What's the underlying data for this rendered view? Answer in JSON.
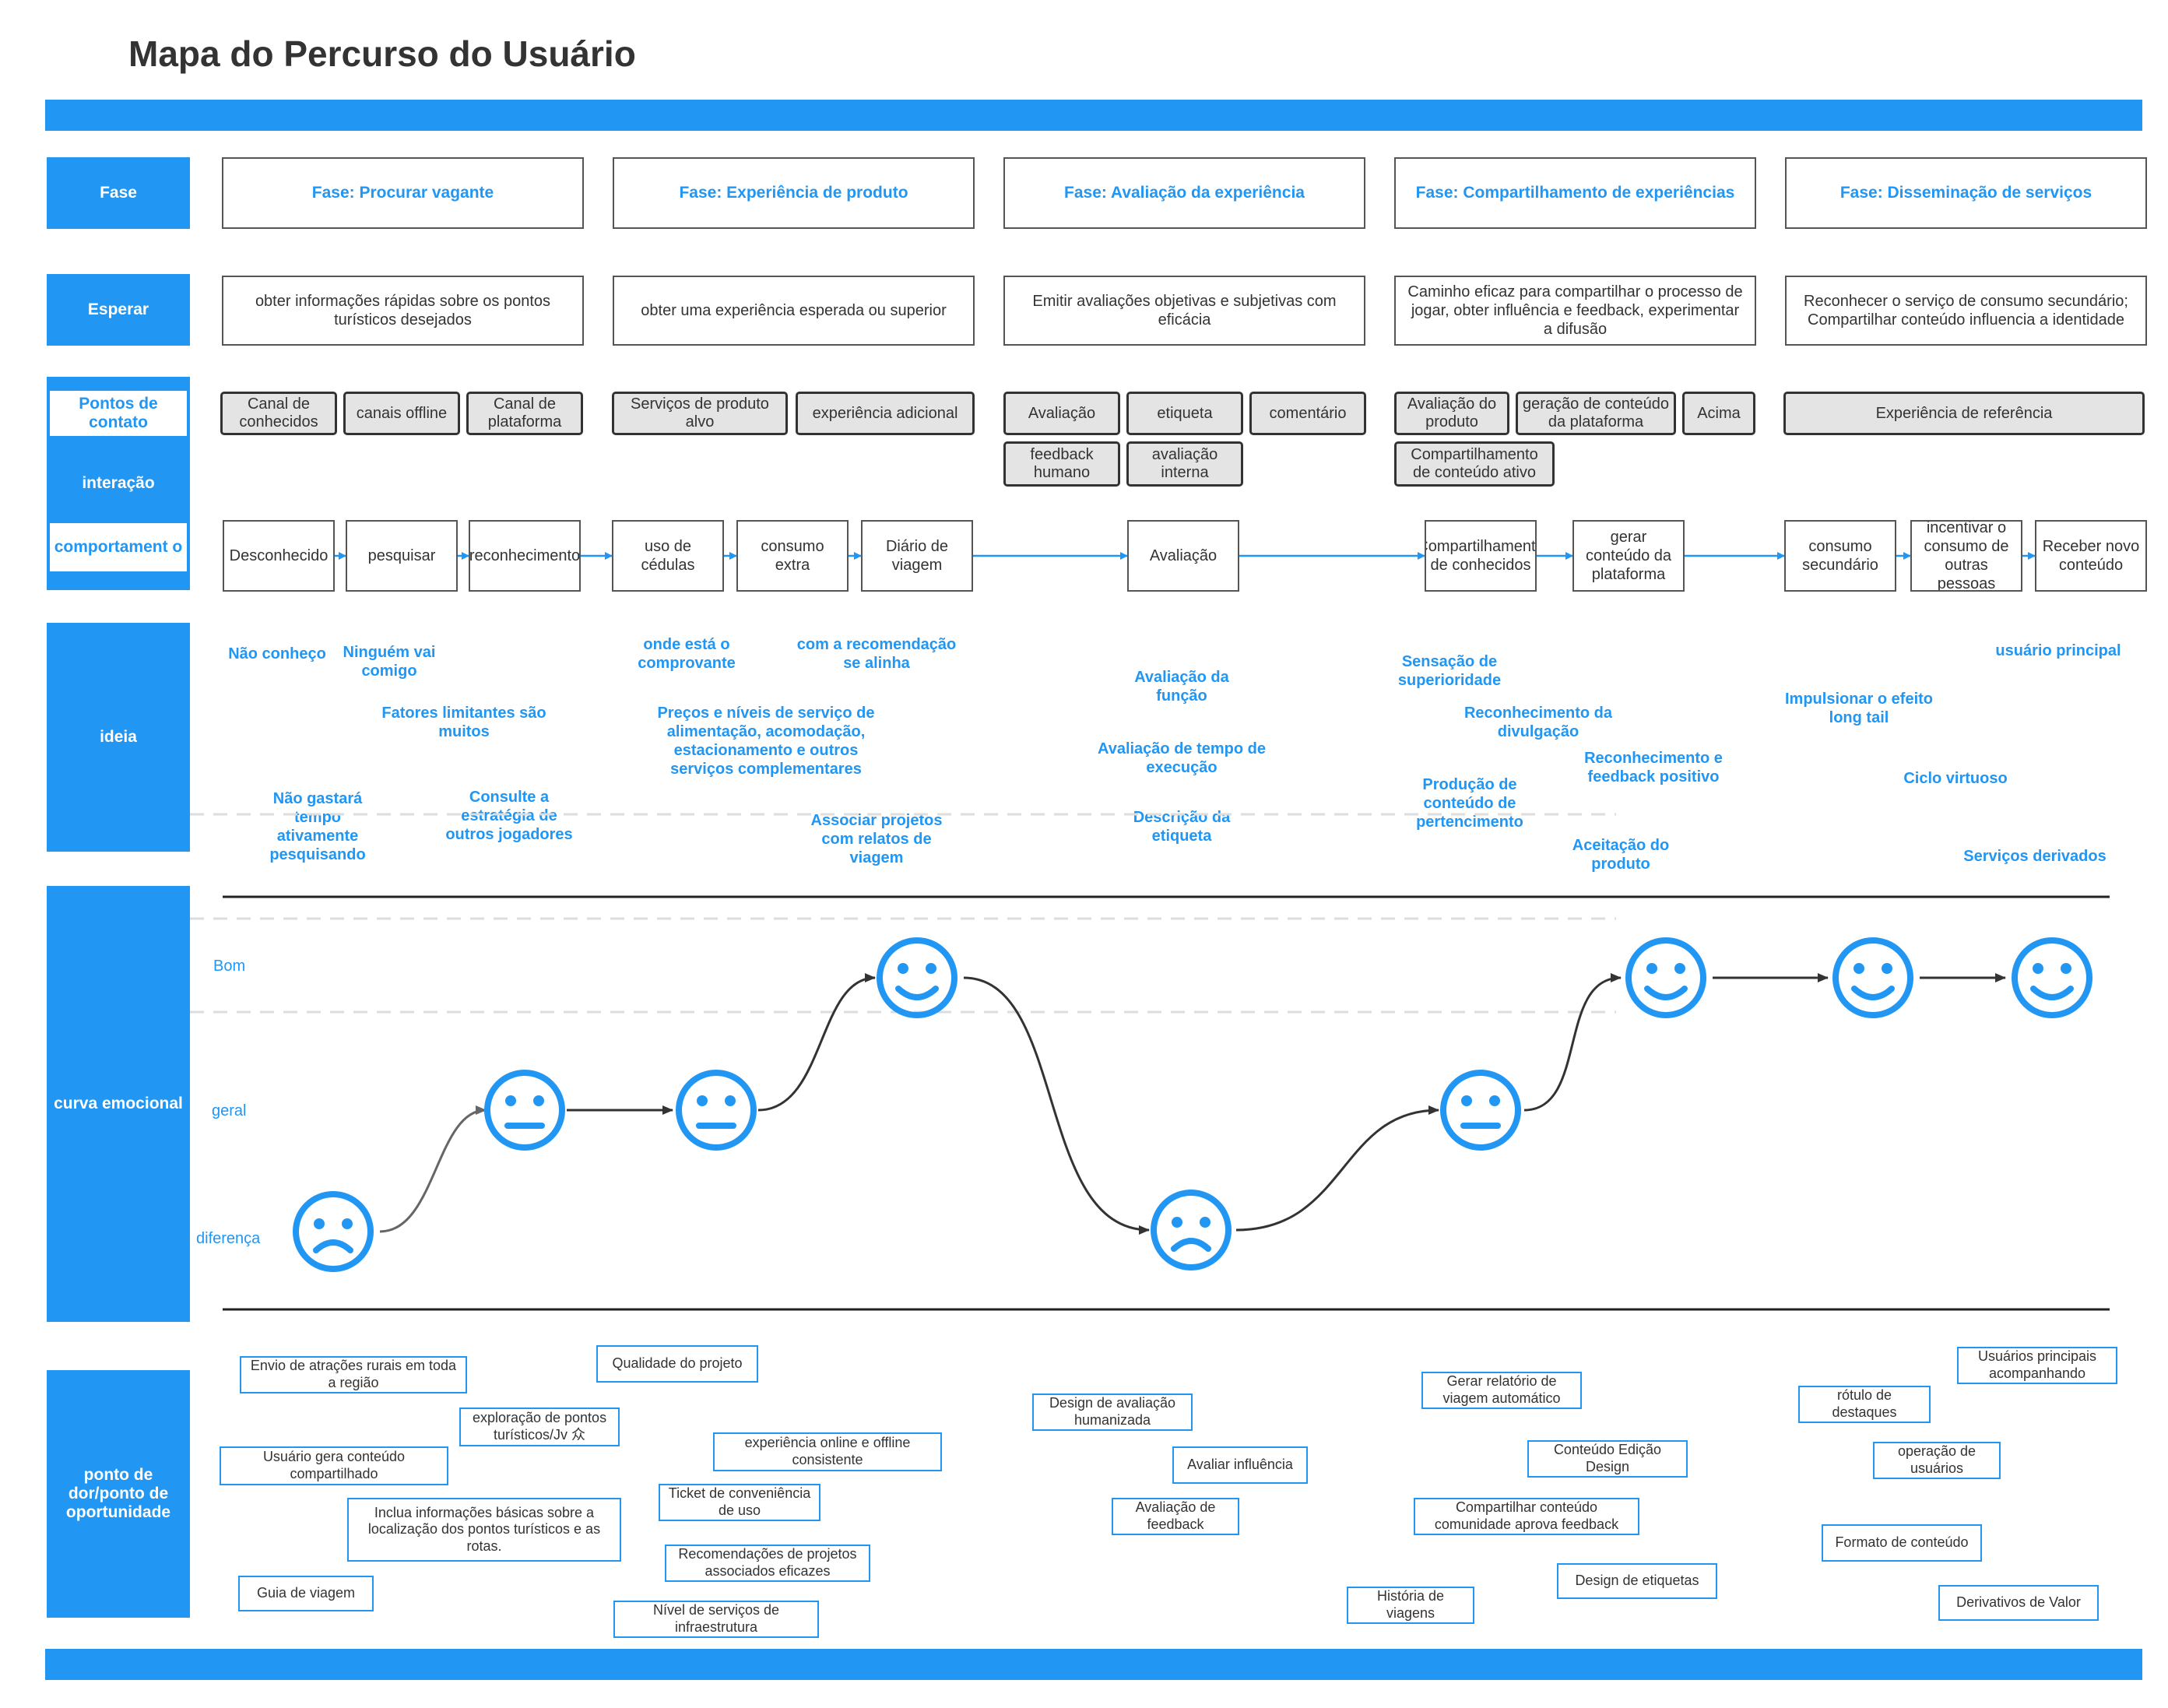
{
  "title": "Mapa do Percurso do Usuário",
  "rows": {
    "fase": "Fase",
    "esperar": "Esperar",
    "pontos": "Pontos de contato",
    "interacao": "interação",
    "comportamento": "comportament o",
    "ideia": "ideia",
    "curva": "curva emocional",
    "dor": "ponto de dor/ponto de oportunidade"
  },
  "phases": [
    "Fase: Procurar vagante",
    "Fase: Experiência de produto",
    "Fase: Avaliação da experiência",
    "Fase: Compartilhamento de experiências",
    "Fase: Disseminação de serviços"
  ],
  "expectations": [
    "obter informações rápidas sobre os pontos turísticos desejados",
    "obter uma experiência esperada ou superior",
    "Emitir avaliações objetivas e subjetivas com eficácia",
    "Caminho eficaz para compartilhar o processo de jogar, obter influência e feedback, experimentar a difusão",
    "Reconhecer o serviço de consumo secundário; Compartilhar conteúdo influencia a identidade"
  ],
  "touchpoints": [
    "Canal de conhecidos",
    "canais offline",
    "Canal de plataforma",
    "Serviços de produto alvo",
    "experiência adicional",
    "Avaliação",
    "etiqueta",
    "comentário",
    "feedback humano",
    "avaliação interna",
    "Avaliação do produto",
    "geração de conteúdo da plataforma",
    "Acima",
    "Compartilhamento de conteúdo ativo",
    "Experiência de referência"
  ],
  "behaviors": [
    "Desconhecido",
    "pesquisar",
    "reconhecimento",
    "uso de cédulas",
    "consumo extra",
    "Diário de viagem",
    "Avaliação",
    "Compartilhamento de conhecidos",
    "gerar conteúdo da plataforma",
    "consumo secundário",
    "incentivar o consumo de outras pessoas",
    "Receber novo conteúdo"
  ],
  "ideas": [
    "Não conheço",
    "Ninguém vai comigo",
    "Fatores limitantes são muitos",
    "Não gastará tempo ativamente pesquisando",
    "Consulte a estratégia de outros jogadores",
    "onde está o comprovante",
    "com a recomendação se alinha",
    "Preços e níveis de serviço de alimentação, acomodação, estacionamento e outros serviços complementares",
    "Associar projetos com relatos de viagem",
    "Avaliação da função",
    "Avaliação de tempo de execução",
    "Descrição da etiqueta",
    "Sensação de superioridade",
    "Reconhecimento da divulgação",
    "Reconhecimento e feedback positivo",
    "Produção de conteúdo de pertencimento",
    "Aceitação do produto",
    "usuário principal",
    "Impulsionar o efeito long tail",
    "Ciclo virtuoso",
    "Serviços derivados"
  ],
  "emotion": {
    "levels": [
      "Bom",
      "geral",
      "diferença"
    ],
    "sequence": [
      "sad",
      "neutral",
      "neutral",
      "happy",
      "sad",
      "neutral",
      "happy",
      "happy",
      "happy"
    ],
    "colors": {
      "face": "#2196f3",
      "arrow": "#333333"
    }
  },
  "pains": [
    "Envio de atrações rurais em toda a região",
    "Qualidade do projeto",
    "exploração de pontos turísticos/Jv 众",
    "Usuário gera conteúdo compartilhado",
    "experiência online e offline consistente",
    "Ticket de conveniência de uso",
    "Inclua informações básicas sobre a localização dos pontos turísticos e as rotas.",
    "Recomendações de projetos associados eficazes",
    "Guia de viagem",
    "Nível de serviços de infraestrutura",
    "Design de avaliação humanizada",
    "Avaliar influência",
    "Avaliação de feedback",
    "Gerar relatório de viagem automático",
    "Conteúdo Edição Design",
    "Compartilhar conteúdo comunidade aprova feedback",
    "Design de etiquetas",
    "História de viagens",
    "Usuários principais acompanhando",
    "rótulo de destaques",
    "operação de usuários",
    "Formato de conteúdo",
    "Derivativos de Valor"
  ],
  "colors": {
    "accent": "#2196f3",
    "touchpoint_bg": "#e4e4e4"
  }
}
